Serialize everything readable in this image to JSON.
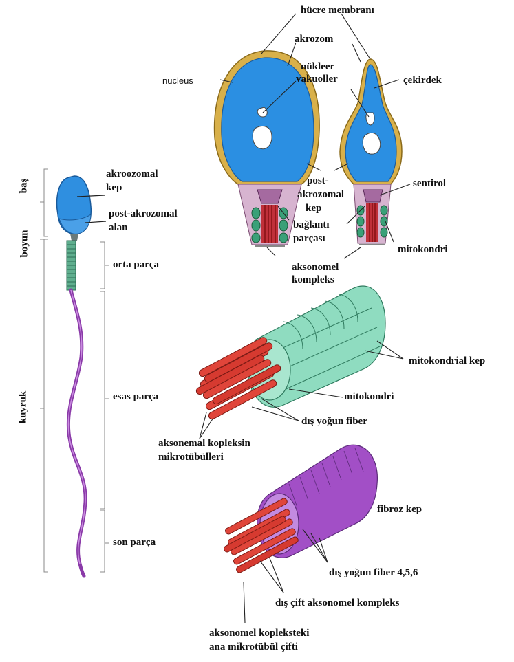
{
  "labels": {
    "hucre_membrani": "hücre membranı",
    "akrozom": "akrozom",
    "nucleus": "nucleus",
    "nukleer_vakuoller_1": "nükleer",
    "nukleer_vakuoller_2": "vakuoller",
    "cekirdek": "çekirdek",
    "post_akrozomal_kep_1": "post-",
    "post_akrozomal_kep_2": "akrozomal",
    "post_akrozomal_kep_3": "kep",
    "sentirol": "sentirol",
    "baglanti_parcasi_1": "bağlantı",
    "baglanti_parcasi_2": "parçası",
    "mitokondri_top": "mitokondri",
    "aksonomel_kompleks_1": "aksonomel",
    "aksonomel_kompleks_2": "kompleks",
    "akroozomal_kep_1": "akroozomal",
    "akroozomal_kep_2": "kep",
    "post_akrozomal_alan_1": "post-akrozomal",
    "post_akrozomal_alan_2": "alan",
    "orta_parca": "orta parça",
    "esas_parca": "esas parça",
    "son_parca": "son parça",
    "bas": "baş",
    "boyun": "boyun",
    "kuyruk": "kuyruk",
    "mitokondrial_kep": "mitokondrial kep",
    "mitokondri_mid": "mitokondri",
    "dis_yogun_fiber": "dış yoğun fiber",
    "aksonemal_kopleksin_1": "aksonemal kopleksin",
    "aksonemal_kopleksin_2": "mikrotübülleri",
    "fibroz_kep": "fibroz kep",
    "dis_yogun_fiber_456": "dış yoğun fiber 4,5,6",
    "dis_cift_aksonomel": "dış çift aksonomel kompleks",
    "ana_mikrotubul_1": "aksonomel kopleksteki",
    "ana_mikrotubul_2": "ana mikrotübül çifti"
  },
  "colors": {
    "nucleus_blue": "#1e88d8",
    "acrosome_gold": "#d8b04a",
    "neck_pink": "#d8a6c8",
    "mito_green": "#8fdcc0",
    "fiber_red": "#e0453a",
    "fibrous_purple": "#a24fc6",
    "tail_purple": "#8a3aa8"
  }
}
